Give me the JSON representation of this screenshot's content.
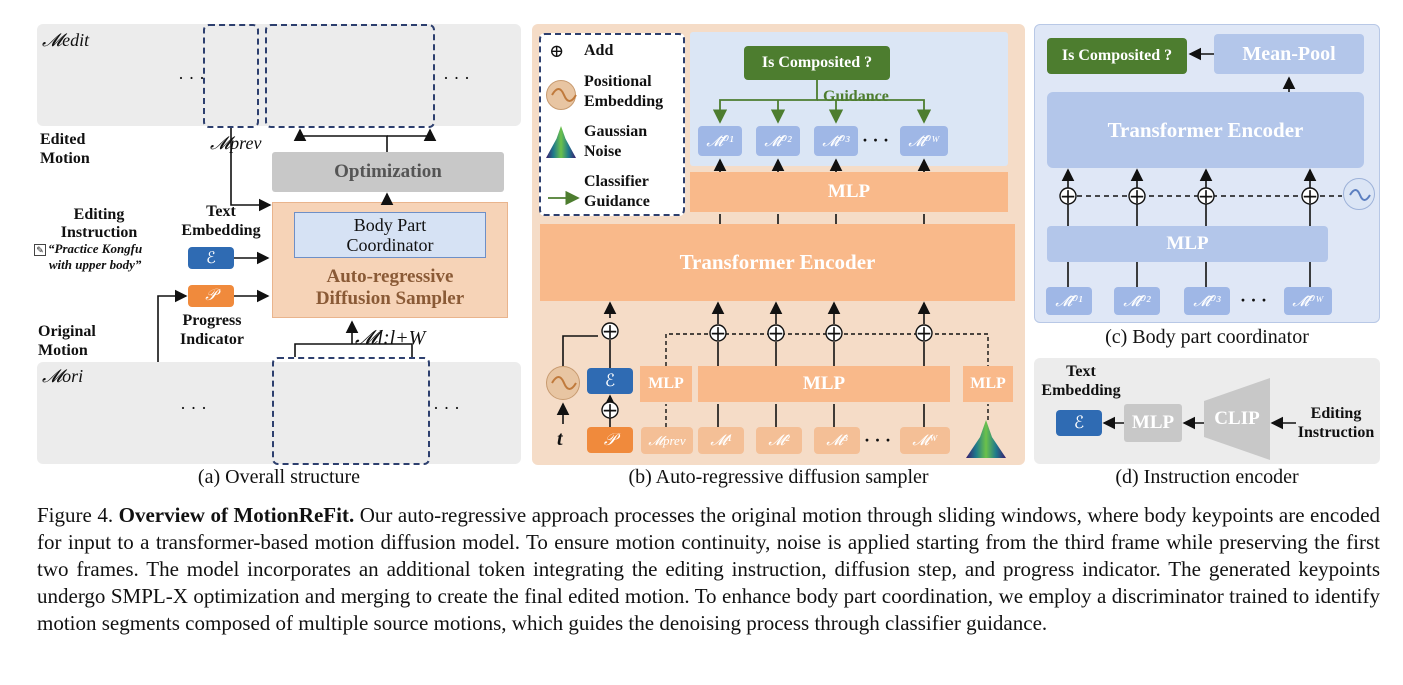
{
  "panel_a": {
    "m_edit": "𝓜edit",
    "edited_motion": "Edited\nMotion",
    "m_prev": "𝓜prev",
    "optimization": "Optimization",
    "body_part_coordinator": "Body Part\nCoordinator",
    "auto_regressive_sampler": "Auto-regressive\nDiffusion Sampler",
    "editing_instruction": "Editing\nInstruction",
    "example_instruction": "“Practice Kongfu\nwith upper body”",
    "text_embedding": "Text\nEmbedding",
    "encoder_symbol": "ℰ",
    "progress_symbol": "𝒫",
    "progress_indicator": "Progress\nIndicator",
    "original_motion": "Original\nMotion",
    "window_label": "𝓜l:l+W",
    "m_ori": "𝓜ori",
    "ellipsis": "· · ·",
    "caption": "(a) Overall structure"
  },
  "panel_b": {
    "legend": {
      "add": "Add",
      "positional_embedding": "Positional\nEmbedding",
      "gaussian_noise": "Gaussian\nNoise",
      "classifier_guidance": "Classifier\nGuidance"
    },
    "is_composited": "Is Composited ?",
    "guidance": "Guidance",
    "outputs": [
      "𝓜̃⁰¹",
      "𝓜̃⁰²",
      "𝓜̃⁰³",
      "𝓜̃⁰ᵂ"
    ],
    "mlp_top": "MLP",
    "transformer_encoder": "Transformer Encoder",
    "mlp_small": "MLP",
    "mlp_big": "MLP",
    "t_label": "t",
    "encoder_symbol": "ℰ",
    "progress_symbol": "𝒫",
    "inputs": [
      "𝓜prev",
      "𝓜¹",
      "𝓜²",
      "𝓜³",
      "𝓜ᵂ"
    ],
    "ellipsis": "· · ·",
    "caption": "(b) Auto-regressive diffusion sampler"
  },
  "panel_c": {
    "is_composited": "Is Composited ?",
    "mean_pool": "Mean-Pool",
    "transformer_encoder": "Transformer Encoder",
    "mlp": "MLP",
    "inputs": [
      "𝓜̂⁰¹",
      "𝓜̂⁰²",
      "𝓜̂⁰³",
      "𝓜̂⁰ᵂ"
    ],
    "ellipsis": "· · ·",
    "caption": "(c) Body part coordinator"
  },
  "panel_d": {
    "text_embedding": "Text\nEmbedding",
    "encoder_symbol": "ℰ",
    "mlp": "MLP",
    "clip": "CLIP",
    "editing_instruction": "Editing\nInstruction",
    "caption": "(d) Instruction encoder"
  },
  "figure_caption": {
    "label": "Figure 4.",
    "title": "Overview of MotionReFit.",
    "text": "Our auto-regressive approach processes the original motion through sliding windows, where body keypoints are encoded for input to a transformer-based motion diffusion model. To ensure motion continuity, noise is applied starting from the third frame while preserving the first two frames. The model incorporates an additional token integrating the editing instruction, diffusion step, and progress indicator. The generated keypoints undergo SMPL-X optimization and merging to create the final edited motion. To enhance body part coordination, we employ a discriminator trained to identify motion segments composed of multiple source motions, which guides the denoising process through classifier guidance."
  },
  "colors": {
    "green": "#4d7d2f",
    "blue": "#2f6bb3",
    "orange": "#f08a3c",
    "panel_b_bg": "#f5dcc7",
    "panel_c_bg": "#dfe7f6"
  }
}
